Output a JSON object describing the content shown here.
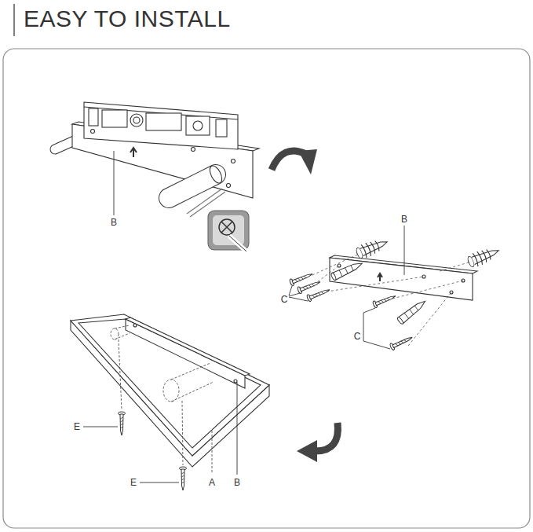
{
  "diagram": {
    "title": "EASY TO INSTALL",
    "labels": [
      "B",
      "B",
      "C",
      "C",
      "E",
      "E",
      "A",
      "B"
    ]
  }
}
